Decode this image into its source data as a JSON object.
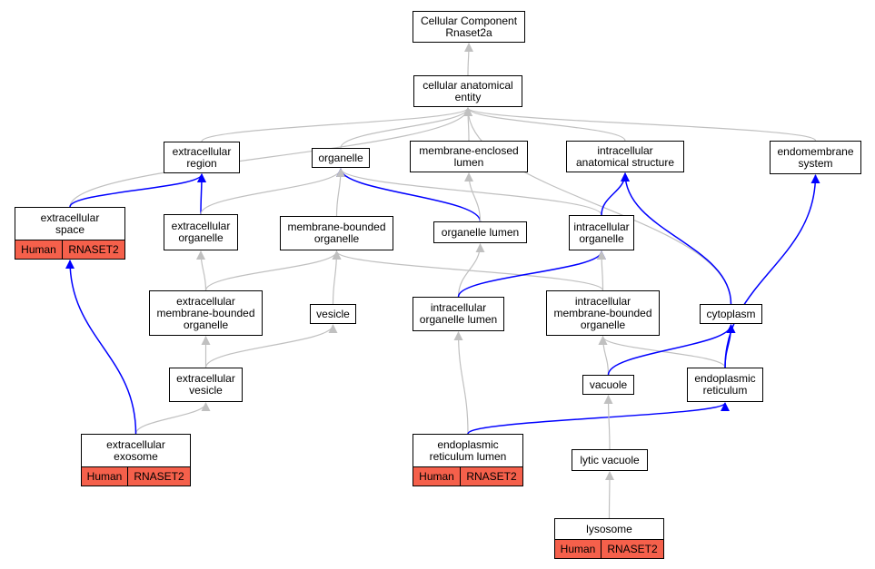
{
  "nodes": {
    "cellular_component": [
      "Cellular Component",
      "Rnaset2a"
    ],
    "cellular_anatomical_entity": [
      "cellular anatomical",
      "entity"
    ],
    "extracellular_region": [
      "extracellular",
      "region"
    ],
    "organelle": [
      "organelle"
    ],
    "membrane_enclosed_lumen": [
      "membrane-enclosed",
      "lumen"
    ],
    "intracellular_anatomical_structure": [
      "intracellular",
      "anatomical structure"
    ],
    "endomembrane_system": [
      "endomembrane",
      "system"
    ],
    "extracellular_space": [
      "extracellular",
      "space"
    ],
    "extracellular_organelle": [
      "extracellular",
      "organelle"
    ],
    "membrane_bounded_organelle": [
      "membrane-bounded",
      "organelle"
    ],
    "organelle_lumen": [
      "organelle lumen"
    ],
    "intracellular_organelle": [
      "intracellular",
      "organelle"
    ],
    "extracellular_membrane_bounded_organelle": [
      "extracellular",
      "membrane-bounded",
      "organelle"
    ],
    "vesicle": [
      "vesicle"
    ],
    "intracellular_organelle_lumen": [
      "intracellular",
      "organelle lumen"
    ],
    "intracellular_membrane_bounded_organelle": [
      "intracellular",
      "membrane-bounded",
      "organelle"
    ],
    "cytoplasm": [
      "cytoplasm"
    ],
    "extracellular_vesicle": [
      "extracellular",
      "vesicle"
    ],
    "vacuole": [
      "vacuole"
    ],
    "endoplasmic_reticulum": [
      "endoplasmic",
      "reticulum"
    ],
    "extracellular_exosome": [
      "extracellular",
      "exosome"
    ],
    "endoplasmic_reticulum_lumen": [
      "endoplasmic",
      "reticulum lumen"
    ],
    "lytic_vacuole": [
      "lytic vacuole"
    ],
    "lysosome": [
      "lysosome"
    ]
  },
  "annotations": {
    "extracellular_space": [
      "Human",
      "RNASET2"
    ],
    "extracellular_exosome": [
      "Human",
      "RNASET2"
    ],
    "endoplasmic_reticulum_lumen": [
      "Human",
      "RNASET2"
    ],
    "lysosome": [
      "Human",
      "RNASET2"
    ]
  },
  "edges": [
    {
      "from": "cellular_anatomical_entity",
      "to": "cellular_component",
      "kind": "is_a"
    },
    {
      "from": "extracellular_region",
      "to": "cellular_anatomical_entity",
      "kind": "is_a"
    },
    {
      "from": "organelle",
      "to": "cellular_anatomical_entity",
      "kind": "is_a"
    },
    {
      "from": "membrane_enclosed_lumen",
      "to": "cellular_anatomical_entity",
      "kind": "is_a"
    },
    {
      "from": "intracellular_anatomical_structure",
      "to": "cellular_anatomical_entity",
      "kind": "is_a"
    },
    {
      "from": "endomembrane_system",
      "to": "cellular_anatomical_entity",
      "kind": "is_a"
    },
    {
      "from": "extracellular_space",
      "to": "cellular_anatomical_entity",
      "kind": "is_a"
    },
    {
      "from": "cytoplasm",
      "to": "cellular_anatomical_entity",
      "kind": "is_a"
    },
    {
      "from": "extracellular_space",
      "to": "extracellular_region",
      "kind": "part_of"
    },
    {
      "from": "extracellular_organelle",
      "to": "extracellular_region",
      "kind": "part_of"
    },
    {
      "from": "extracellular_organelle",
      "to": "organelle",
      "kind": "is_a"
    },
    {
      "from": "membrane_bounded_organelle",
      "to": "organelle",
      "kind": "is_a"
    },
    {
      "from": "organelle_lumen",
      "to": "organelle",
      "kind": "part_of"
    },
    {
      "from": "intracellular_organelle",
      "to": "organelle",
      "kind": "is_a"
    },
    {
      "from": "organelle_lumen",
      "to": "membrane_enclosed_lumen",
      "kind": "is_a"
    },
    {
      "from": "intracellular_organelle",
      "to": "intracellular_anatomical_structure",
      "kind": "part_of"
    },
    {
      "from": "cytoplasm",
      "to": "intracellular_anatomical_structure",
      "kind": "part_of"
    },
    {
      "from": "endoplasmic_reticulum",
      "to": "endomembrane_system",
      "kind": "part_of"
    },
    {
      "from": "extracellular_membrane_bounded_organelle",
      "to": "extracellular_organelle",
      "kind": "is_a"
    },
    {
      "from": "extracellular_membrane_bounded_organelle",
      "to": "membrane_bounded_organelle",
      "kind": "is_a"
    },
    {
      "from": "vesicle",
      "to": "membrane_bounded_organelle",
      "kind": "is_a"
    },
    {
      "from": "intracellular_membrane_bounded_organelle",
      "to": "membrane_bounded_organelle",
      "kind": "is_a"
    },
    {
      "from": "intracellular_organelle_lumen",
      "to": "organelle_lumen",
      "kind": "is_a"
    },
    {
      "from": "intracellular_organelle_lumen",
      "to": "intracellular_organelle",
      "kind": "part_of"
    },
    {
      "from": "intracellular_membrane_bounded_organelle",
      "to": "intracellular_organelle",
      "kind": "is_a"
    },
    {
      "from": "extracellular_vesicle",
      "to": "extracellular_membrane_bounded_organelle",
      "kind": "is_a"
    },
    {
      "from": "extracellular_vesicle",
      "to": "vesicle",
      "kind": "is_a"
    },
    {
      "from": "vacuole",
      "to": "intracellular_membrane_bounded_organelle",
      "kind": "is_a"
    },
    {
      "from": "endoplasmic_reticulum",
      "to": "intracellular_membrane_bounded_organelle",
      "kind": "is_a"
    },
    {
      "from": "vacuole",
      "to": "cytoplasm",
      "kind": "part_of"
    },
    {
      "from": "endoplasmic_reticulum",
      "to": "cytoplasm",
      "kind": "part_of"
    },
    {
      "from": "extracellular_exosome",
      "to": "extracellular_vesicle",
      "kind": "is_a"
    },
    {
      "from": "extracellular_exosome",
      "to": "extracellular_space",
      "kind": "part_of"
    },
    {
      "from": "endoplasmic_reticulum_lumen",
      "to": "intracellular_organelle_lumen",
      "kind": "is_a"
    },
    {
      "from": "endoplasmic_reticulum_lumen",
      "to": "endoplasmic_reticulum",
      "kind": "part_of"
    },
    {
      "from": "lytic_vacuole",
      "to": "vacuole",
      "kind": "is_a"
    },
    {
      "from": "lysosome",
      "to": "lytic_vacuole",
      "kind": "is_a"
    }
  ],
  "colors": {
    "is_a_edge": "#c0c0c0",
    "part_of_edge": "#0000ff",
    "annotation_fill": "#f5604b",
    "node_border": "#000000"
  }
}
